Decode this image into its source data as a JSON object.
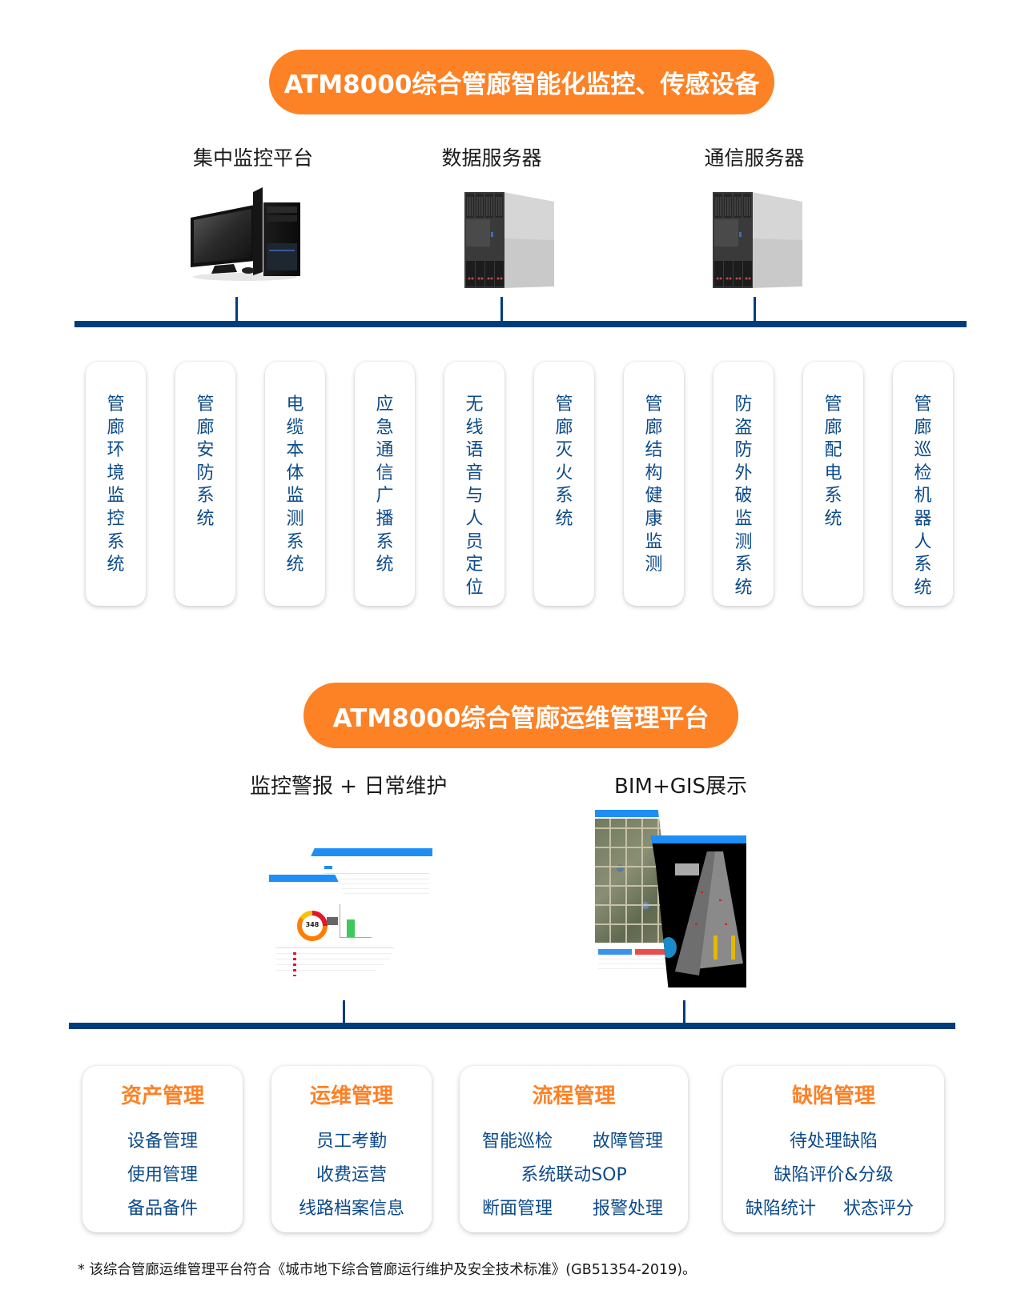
{
  "section1": {
    "title": "ATM8000综合管廊智能化监控、传感设备",
    "devices": [
      {
        "label": "集中监控平台",
        "icon": "desktop-computer-icon"
      },
      {
        "label": "数据服务器",
        "icon": "rack-server-icon"
      },
      {
        "label": "通信服务器",
        "icon": "rack-server-icon"
      }
    ],
    "systems": [
      {
        "label": "管廊环境监控系统"
      },
      {
        "label": "管廊安防系统"
      },
      {
        "label": "电缆本体监测系统"
      },
      {
        "label": "应急通信广播系统"
      },
      {
        "label": "无线语音与人员定位"
      },
      {
        "label": "管廊灭火系统"
      },
      {
        "label": "管廊结构健康监测"
      },
      {
        "label": "防盗防外破监测系统"
      },
      {
        "label": "管廊配电系统"
      },
      {
        "label": "管廊巡检机器人系统"
      }
    ]
  },
  "section2": {
    "title": "ATM8000综合管廊运维管理平台",
    "views": [
      {
        "label": "监控警报 + 日常维护",
        "donut_value": "348"
      },
      {
        "label": "BIM+GIS展示"
      }
    ],
    "modules": [
      {
        "title": "资产管理",
        "items": [
          "设备管理",
          "使用管理",
          "备品备件"
        ]
      },
      {
        "title": "运维管理",
        "items": [
          "员工考勤",
          "收费运营",
          "线路档案信息"
        ]
      },
      {
        "title": "流程管理",
        "items": [
          "智能巡检",
          "故障管理",
          "系统联动SOP",
          "断面管理",
          "报警处理"
        ]
      },
      {
        "title": "缺陷管理",
        "items": [
          "待处理缺陷",
          "缺陷评价&分级",
          "缺陷统计",
          "状态评分"
        ]
      }
    ]
  },
  "footnote": "* 该综合管廊运维管理平台符合《城市地下综合管廊运行维护及安全技术标准》(GB51354-2019)。",
  "colors": {
    "accent": "#fd8125",
    "primary": "#003d7c",
    "text_blue": "#0c4a8a"
  }
}
